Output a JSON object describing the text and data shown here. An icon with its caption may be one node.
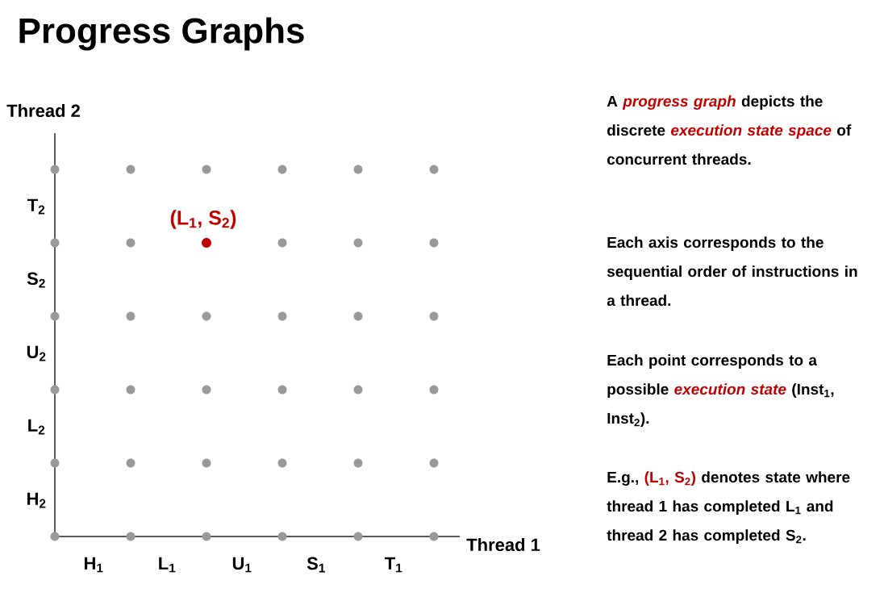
{
  "diagram": {
    "title": "Progress Graphs",
    "labels": [
      "Thread 2",
      "T$_{2}$",
      "(L$_{1}$, S$_{2}$)",
      "S$_{2}$",
      "U$_{2}$",
      "L$_{2}$",
      "H$_{2}$",
      "Thread 1",
      "H$_{1}$",
      "L$_{1}$",
      "U$_{1}$",
      "S$_{1}$",
      "T$_{1}$",
      "A *progress graph* depicts the discrete *execution state space* of concurrent threads.",
      "Each axis corresponds to the sequential order of instructions in a thread.",
      "Each point corresponds to a possible *execution state* (Inst$_{1}$, Inst$_{2}$).",
      "E.g., **(L$_{1}$, S$_{2}$)** denotes state where thread 1 has completed L$_{1}$ and thread 2 has completed S$_{2}$."
    ]
  }
}
